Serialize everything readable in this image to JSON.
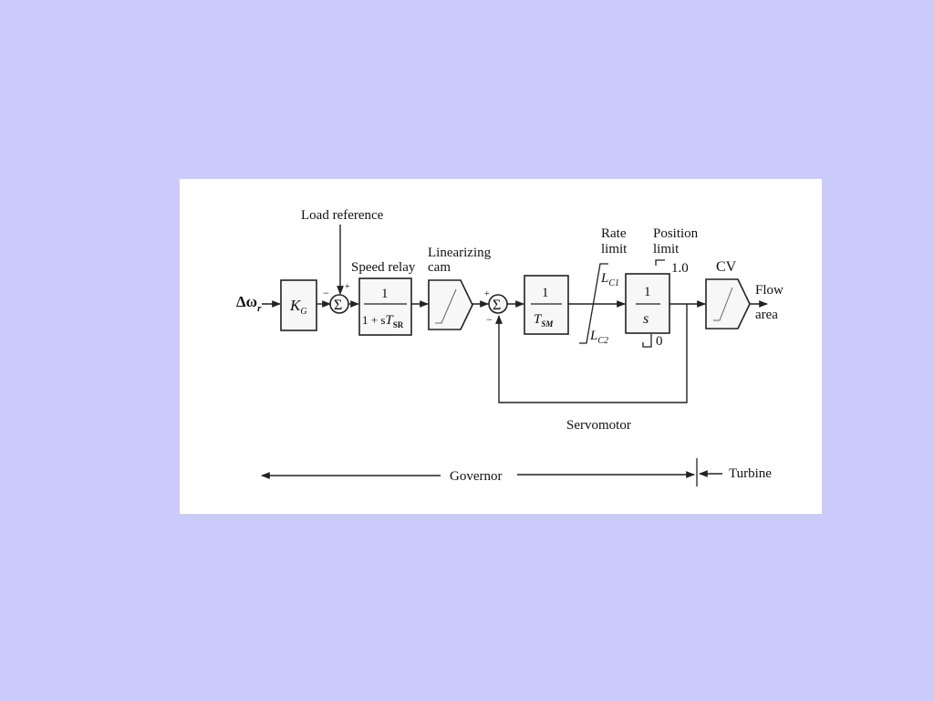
{
  "diagram": {
    "input_label": "Δω",
    "input_subscript": "r",
    "gain_block": {
      "symbol": "K",
      "subscript": "G"
    },
    "load_reference_label": "Load reference",
    "summing_symbol": "Σ",
    "sum1_minus": "−",
    "sum1_plus": "+",
    "speed_relay": {
      "label": "Speed relay",
      "numerator": "1",
      "denominator_prefix": "1 + s",
      "denominator_T": "T",
      "denominator_sub": "SR"
    },
    "cam_label_line1": "Linearizing",
    "cam_label_line2": "cam",
    "sum2_plus": "+",
    "sum2_minus": "−",
    "servo_block": {
      "numerator": "1",
      "symbol": "T",
      "subscript": "SM"
    },
    "rate_limit": {
      "label_line1": "Rate",
      "label_line2": "limit",
      "upper": "L",
      "upper_sub": "C1",
      "lower": "L",
      "lower_sub": "C2"
    },
    "position_limit": {
      "label_line1": "Position",
      "label_line2": "limit",
      "upper": "1.0",
      "lower": "0"
    },
    "integrator_block": {
      "numerator": "1",
      "denominator": "s"
    },
    "cv_label": "CV",
    "output_line1": "Flow",
    "output_line2": "area",
    "servomotor_label": "Servomotor",
    "governor_label": "Governor",
    "turbine_label": "Turbine"
  }
}
